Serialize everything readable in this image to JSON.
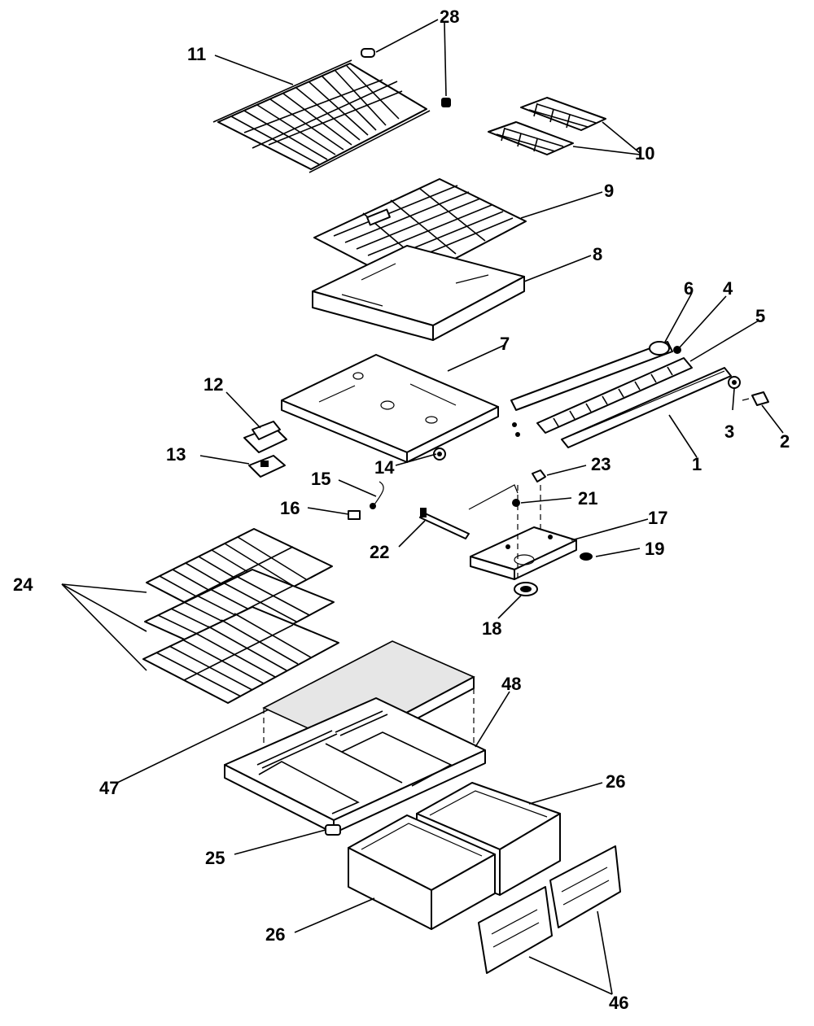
{
  "diagram": {
    "callouts": [
      {
        "id": "c11",
        "text": "11"
      },
      {
        "id": "c28",
        "text": "28"
      },
      {
        "id": "c10",
        "text": "10"
      },
      {
        "id": "c9",
        "text": "9"
      },
      {
        "id": "c8",
        "text": "8"
      },
      {
        "id": "c6",
        "text": "6"
      },
      {
        "id": "c4",
        "text": "4"
      },
      {
        "id": "c5",
        "text": "5"
      },
      {
        "id": "c7",
        "text": "7"
      },
      {
        "id": "c12",
        "text": "12"
      },
      {
        "id": "c13",
        "text": "13"
      },
      {
        "id": "c14",
        "text": "14"
      },
      {
        "id": "c3",
        "text": "3"
      },
      {
        "id": "c2",
        "text": "2"
      },
      {
        "id": "c1",
        "text": "1"
      },
      {
        "id": "c15",
        "text": "15"
      },
      {
        "id": "c16",
        "text": "16"
      },
      {
        "id": "c23",
        "text": "23"
      },
      {
        "id": "c21",
        "text": "21"
      },
      {
        "id": "c17",
        "text": "17"
      },
      {
        "id": "c22",
        "text": "22"
      },
      {
        "id": "c19",
        "text": "19"
      },
      {
        "id": "c24",
        "text": "24"
      },
      {
        "id": "c18",
        "text": "18"
      },
      {
        "id": "c48",
        "text": "48"
      },
      {
        "id": "c47",
        "text": "47"
      },
      {
        "id": "c26a",
        "text": "26"
      },
      {
        "id": "c25",
        "text": "25"
      },
      {
        "id": "c26b",
        "text": "26"
      },
      {
        "id": "c46",
        "text": "46"
      }
    ]
  }
}
